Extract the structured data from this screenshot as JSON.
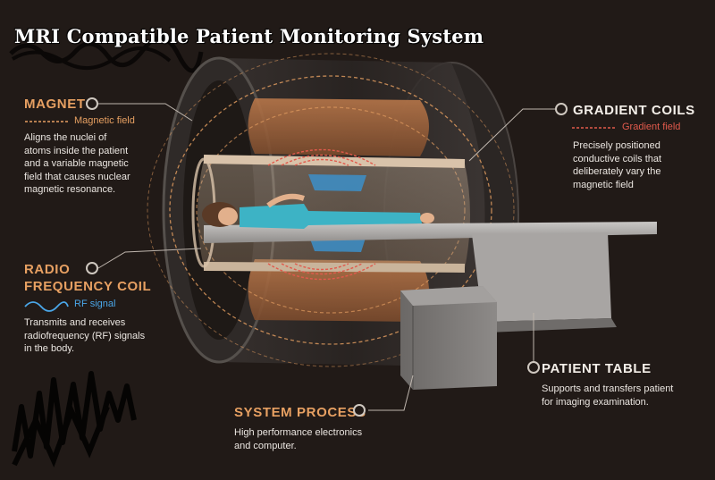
{
  "title": "MRI Compatible Patient Monitoring System",
  "colors": {
    "background": "#211a17",
    "magnet_orange": "#e7a062",
    "gradient_red": "#e15a4c",
    "rf_blue": "#4aa6e8"
  },
  "callouts": {
    "magnet": {
      "heading": "MAGNET",
      "legend": "Magnetic field",
      "description": [
        "Aligns the nuclei of",
        "atoms inside the patient",
        "and a variable magnetic",
        "field that causes nuclear",
        "magnetic resonance."
      ]
    },
    "gradient_coils": {
      "heading": "GRADIENT COILS",
      "legend": "Gradient field",
      "description": [
        "Precisely positioned",
        "conductive coils that",
        "deliberately vary the",
        "magnetic field"
      ]
    },
    "radio_frequency_coil": {
      "heading_line1": "RADIO",
      "heading_line2": "FREQUENCY COIL",
      "legend": "RF signal",
      "description": [
        "Transmits and receives",
        "radiofrequency (RF) signals",
        "in the body."
      ]
    },
    "patient_table": {
      "heading": "PATIENT TABLE",
      "description": [
        "Supports and transfers patient",
        "for imaging examination."
      ]
    },
    "system_process": {
      "heading": "SYSTEM PROCESS",
      "description": [
        "High performance electronics",
        "and computer."
      ]
    }
  }
}
